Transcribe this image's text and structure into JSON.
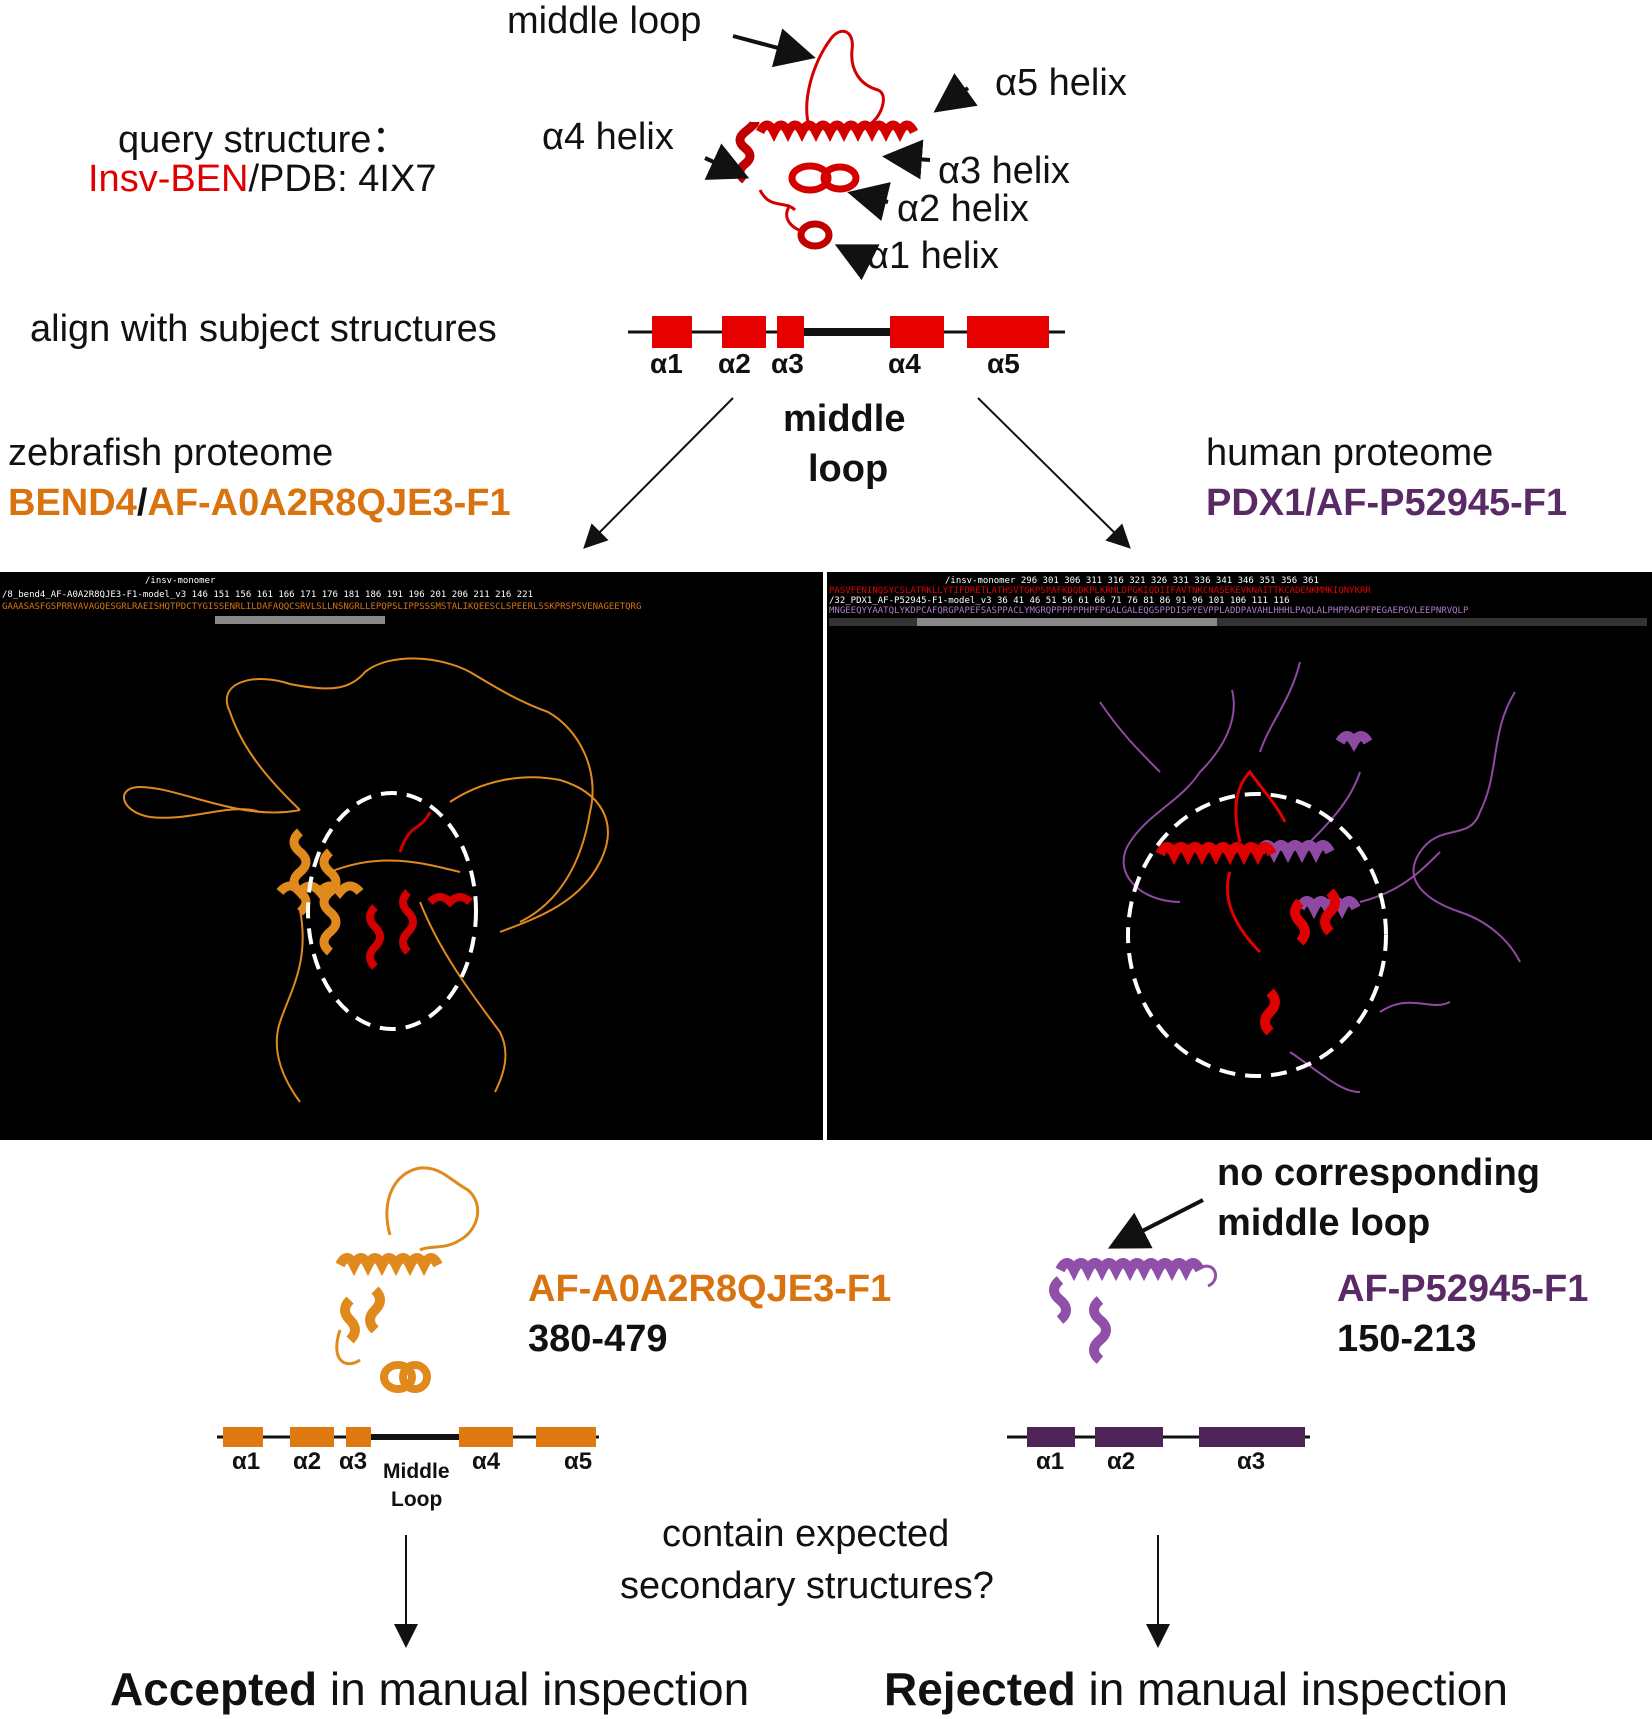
{
  "colors": {
    "query": "#e00000",
    "zebrafish": "#d9730f",
    "human": "#5a2a66",
    "human_structure": "#8e4aa3",
    "panel_bg": "#000000"
  },
  "query": {
    "line1": "query structure：",
    "name": "Insv-BEN",
    "sep": "/PDB: 4IX7",
    "labels": {
      "middle_loop": "middle loop",
      "a5": "α5 helix",
      "a4": "α4 helix",
      "a3": "α3 helix",
      "a2": "α2 helix",
      "a1": "α1 helix"
    }
  },
  "align_text": "align with subject structures",
  "query_map": {
    "labels": [
      "α1",
      "α2",
      "α3",
      "α4",
      "α5"
    ],
    "loop_label_1": "middle",
    "loop_label_2": "loop"
  },
  "left": {
    "proteome": "zebrafish proteome",
    "gene": "BEND4",
    "slash": "/",
    "model_id": "AF-A0A2R8QJE3-F1",
    "panel": {
      "header_line1": "/insv-monomer",
      "header_line2": "/8_bend4_AF-A0A2R8QJE3-F1-model_v3      146   151   156   161   166   171   176   181   186   191   196   201   206   211   216   221",
      "sequence": "GAAASASFGSPRRVAVAGQESGRLRAEISHQTPDCTYGISSENRLILDAFAQQCSRVLSLLNSNGRLLEPQPSLIPPSSSMSTALIKQEESCLSPEERLSSKPRSPSVENAGEETQRG"
    },
    "result_id": "AF-A0A2R8QJE3-F1",
    "range": "380-479",
    "map_labels": [
      "α1",
      "α2",
      "α3",
      "α4",
      "α5"
    ],
    "map_loop_1": "Middle",
    "map_loop_2": "Loop",
    "verdict_bold": "Accepted",
    "verdict_rest": " in manual inspection"
  },
  "right": {
    "proteome": "human proteome",
    "model_id": "PDX1/AF-P52945-F1",
    "panel": {
      "header_line1": "/insv-monomer 296   301   306   311   316   321   326   331   336   341   346   351   356   361",
      "red_sequence": "PASVFENINQSYCSLATRKLLYTIFDRETLATHSVTGKPSPAFKDQDKPLKRMLDPGKIQDIIFAVTNKCNASEKEVKNAITTKCADENKMMKIQNYKRR",
      "header_line2": "/32_PDX1_AF-P52945-F1-model_v3       36    41    46    51    56    61    66    71    76    81    86    91    96   101   106   111   116",
      "sequence": "MNGEEQYYAATQLYKDPCAFQRGPAPEFSASPPACLYMGRQPPPPPPHPFPGALGALEQGSPPDISPYEVPPLADDPAVAHLHHHLPAQLALPHPPAGPFPEGAEPGVLEEPNRVQLP"
    },
    "note_1": "no corresponding",
    "note_2": "middle loop",
    "result_id": "AF-P52945-F1",
    "range": "150-213",
    "map_labels": [
      "α1",
      "α2",
      "α3"
    ],
    "verdict_bold": "Rejected",
    "verdict_rest": " in manual inspection"
  },
  "question_1": "contain expected",
  "question_2": "secondary structures?"
}
